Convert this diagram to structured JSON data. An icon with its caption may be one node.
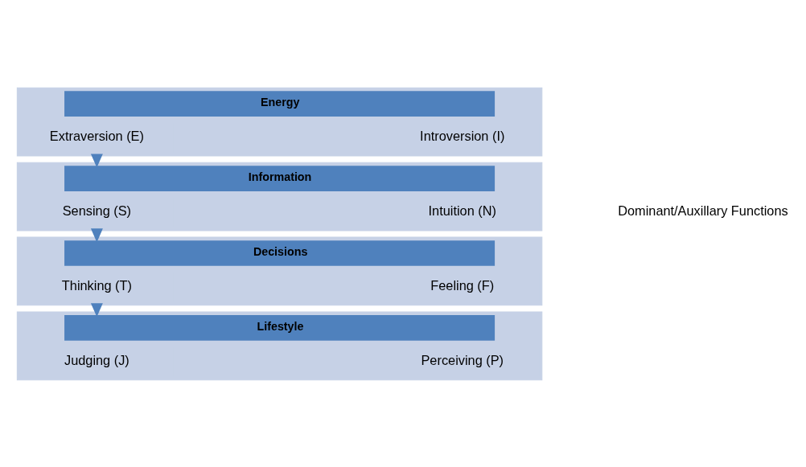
{
  "diagram": {
    "nodes": [
      {
        "text": [
          "Energy"
        ]
      },
      {
        "text": [
          "Extraversion (E)"
        ],
        "in": 0
      },
      {
        "text": [
          "Introversion (I)"
        ],
        "in": 0
      },
      {
        "text": [
          "Information"
        ]
      },
      {
        "text": [
          "Sensing (S)"
        ],
        "in": 3
      },
      {
        "text": [
          "Intuition (N)"
        ],
        "in": 3
      },
      {
        "text": [
          "Decisions"
        ]
      },
      {
        "text": [
          "Thinking (T)"
        ],
        "in": 6
      },
      {
        "text": [
          "Feeling (F)"
        ],
        "in": 6
      },
      {
        "text": [
          "Lifestyle"
        ]
      },
      {
        "text": [
          "Judging (J)"
        ],
        "in": 9
      },
      {
        "text": [
          "Perceiving (P)"
        ],
        "in": 9
      }
    ],
    "edges": [
      {
        "from": 0,
        "to": 3,
        "arrow": "to"
      },
      {
        "from": 3,
        "to": 6,
        "arrow": "to"
      },
      {
        "from": 6,
        "to": 9,
        "arrow": "to"
      }
    ],
    "labels": [
      "Dominant/Auxillary Functions"
    ]
  }
}
